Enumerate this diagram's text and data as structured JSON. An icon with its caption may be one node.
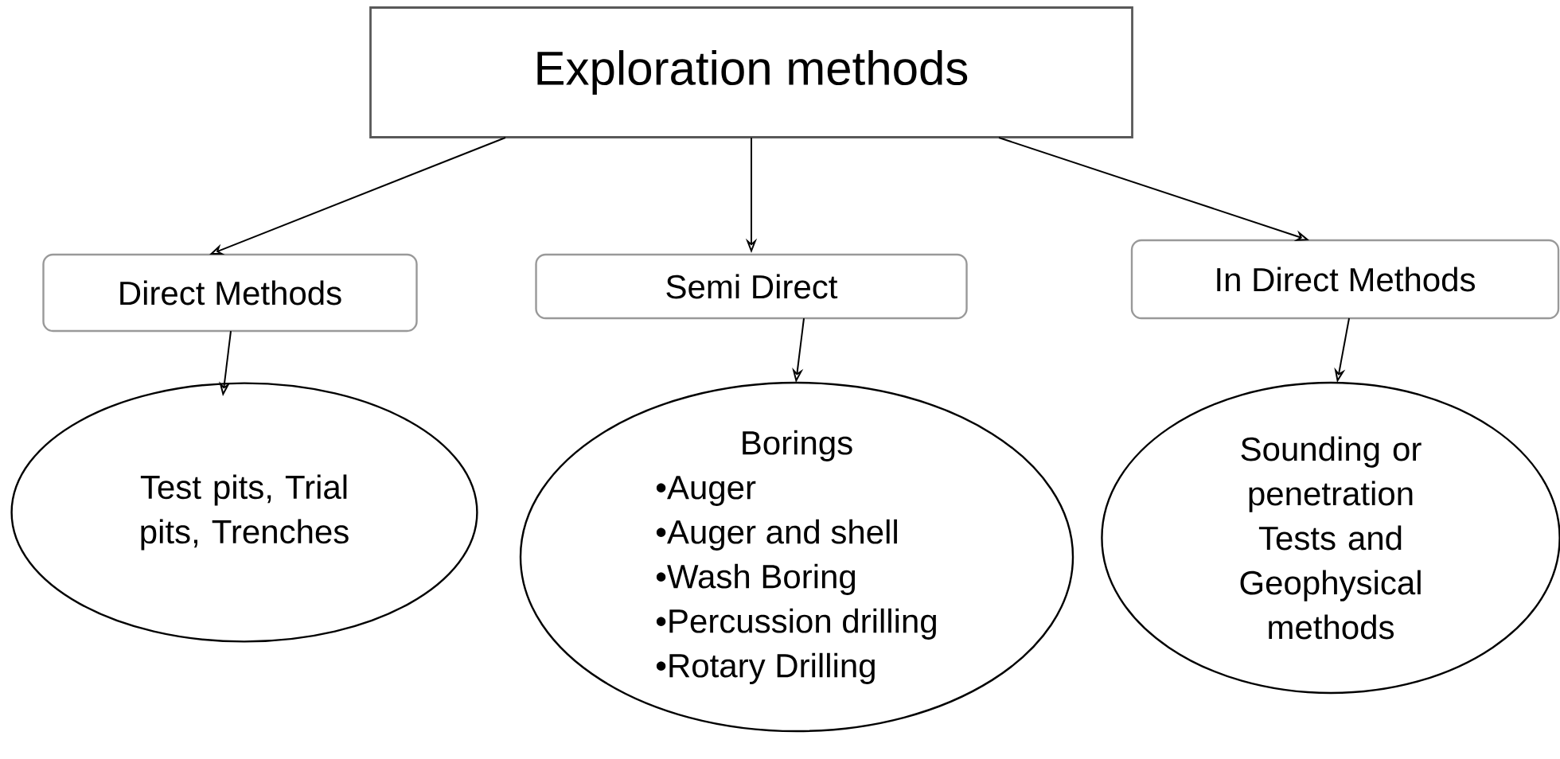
{
  "diagram": {
    "nodes": [
      {
        "text": [
          "Exploration methods"
        ]
      },
      {
        "text": [
          "Direct Methods"
        ]
      },
      {
        "text": [
          "Semi Direct"
        ]
      },
      {
        "text": [
          "In Direct Methods"
        ]
      },
      {
        "text": [
          "Test pits, Trial pits, Trenches"
        ]
      },
      {
        "text": [
          "Borings",
          "•Auger",
          "•Auger and shell",
          "•Wash Boring",
          "•Percussion drilling",
          "•Rotary Drilling"
        ]
      },
      {
        "text": [
          "Sounding or penetration Tests and Geophysical methods"
        ]
      }
    ],
    "edges": [
      {
        "from": 0,
        "to": 1,
        "arrow": "to"
      },
      {
        "from": 0,
        "to": 2,
        "arrow": "to"
      },
      {
        "from": 0,
        "to": 3,
        "arrow": "to"
      },
      {
        "from": 1,
        "to": 4,
        "arrow": "to"
      },
      {
        "from": 2,
        "to": 5,
        "arrow": "to"
      },
      {
        "from": 3,
        "to": 6,
        "arrow": "to"
      }
    ]
  }
}
